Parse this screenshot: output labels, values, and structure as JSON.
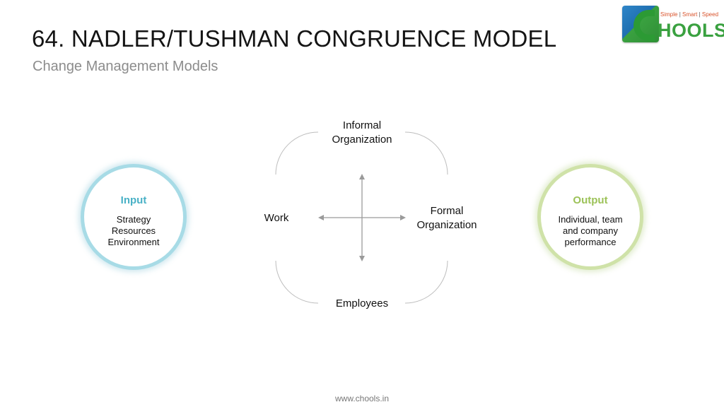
{
  "header": {
    "title": "64. NADLER/TUSHMAN CONGRUENCE MODEL",
    "subtitle": "Change Management Models"
  },
  "logo": {
    "tagline": [
      "Simple",
      "Smart",
      "Speed"
    ],
    "wordmark": "HOOLS"
  },
  "input": {
    "heading": "Input",
    "lines": [
      "Strategy",
      "Resources",
      "Environment"
    ],
    "ring_color": "#a7dbe6",
    "heading_color": "#49b1c6"
  },
  "output": {
    "heading": "Output",
    "lines": [
      "Individual, team",
      "and company",
      "performance"
    ],
    "ring_color": "#cfe2a8",
    "heading_color": "#9cc258"
  },
  "nodes": {
    "informal": [
      "Informal",
      "Organization"
    ],
    "work": "Work",
    "formal": [
      "Formal",
      "Organization"
    ],
    "employees": "Employees"
  },
  "footer": {
    "url": "www.chools.in"
  }
}
